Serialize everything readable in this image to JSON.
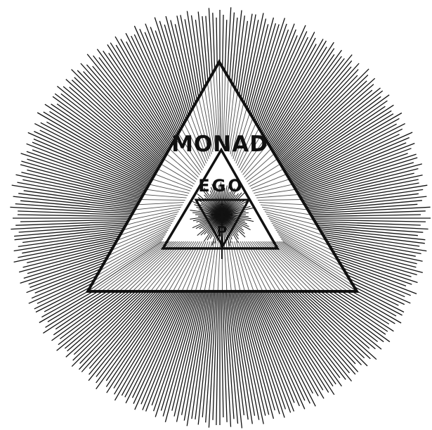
{
  "diagram": {
    "labels": {
      "monad": "MONAD",
      "ego": "EGO",
      "personality": "P"
    },
    "colors": {
      "ink": "#111111",
      "paper": "#ffffff"
    }
  }
}
